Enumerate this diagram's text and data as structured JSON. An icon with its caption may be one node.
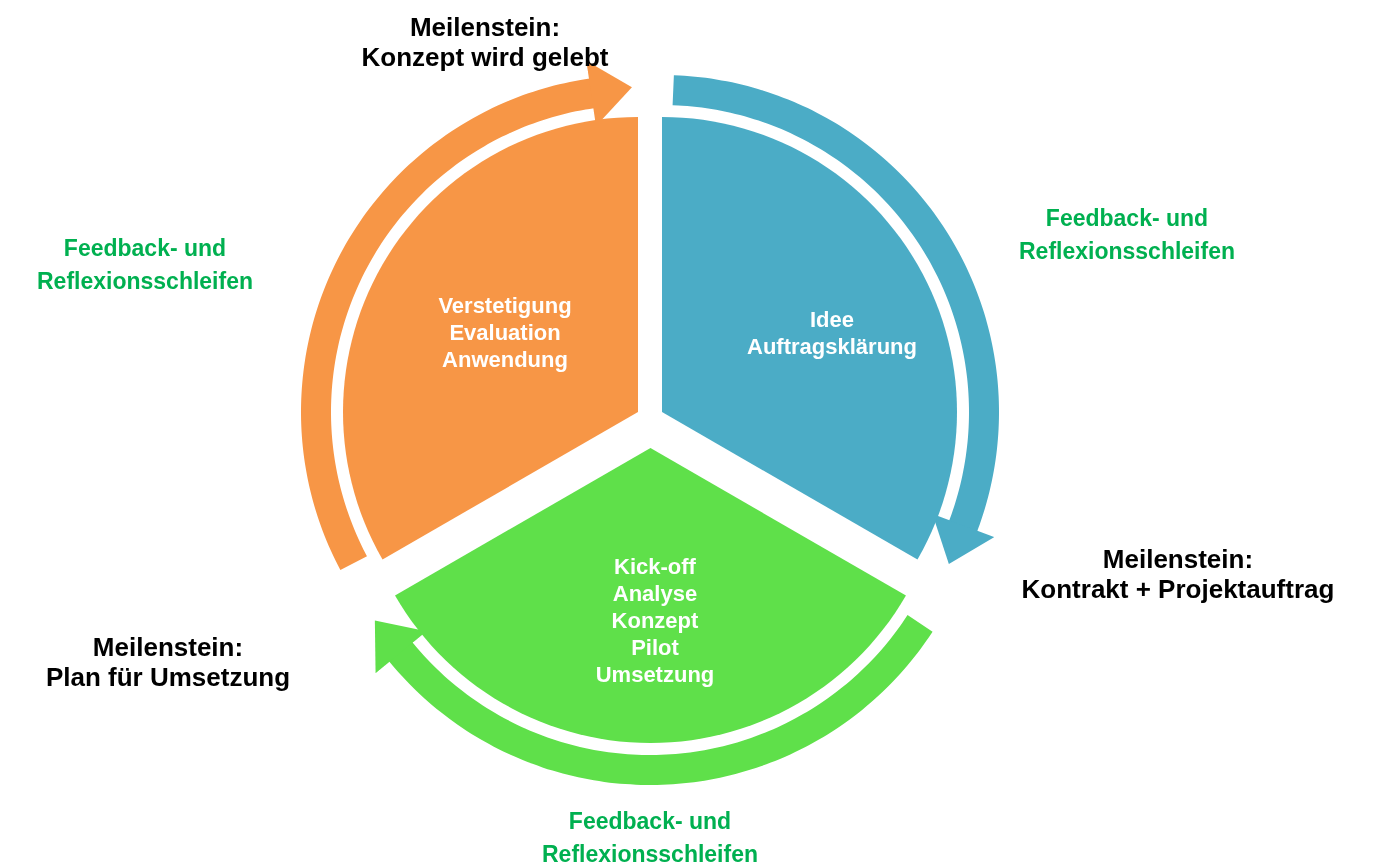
{
  "diagram": {
    "nodes": [
      {
        "text": [
          "Meilenstein:",
          "Konzept wird gelebt"
        ]
      },
      {
        "text": [
          "Verstetigung",
          "Evaluation",
          "Anwendung"
        ]
      },
      {
        "text": [
          "Idee",
          "Auftragsklärung"
        ]
      },
      {
        "text": [
          "Meilenstein:",
          "Kontrakt + Projektauftrag"
        ]
      },
      {
        "text": [
          "Kick-off",
          "Analyse",
          "Konzept",
          "Pilot",
          "Umsetzung"
        ]
      },
      {
        "text": [
          "Meilenstein:",
          "Plan für Umsetzung"
        ]
      }
    ],
    "edges": [
      {
        "from": null,
        "to": 3,
        "arrow": "to",
        "color": "#4bacc6"
      },
      {
        "from": null,
        "to": 5,
        "arrow": "to",
        "color": "#5fe04a"
      },
      {
        "from": null,
        "to": 0,
        "arrow": "to",
        "color": "#f79646"
      }
    ],
    "labels": [
      "Feedback- und Reflexionsschleifen",
      "Feedback- und Reflexionsschleifen",
      "Feedback- und Reflexionsschleifen"
    ]
  }
}
